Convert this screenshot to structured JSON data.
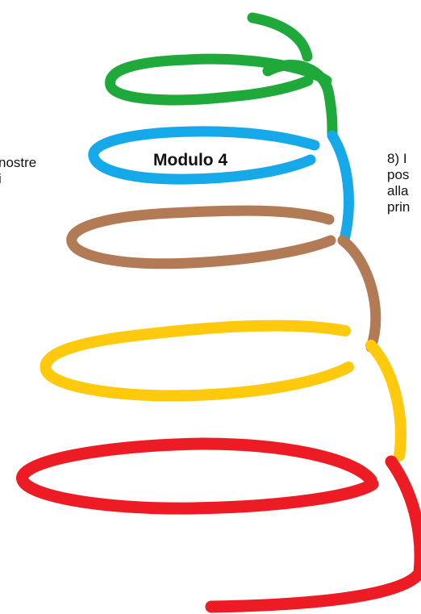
{
  "diagram": {
    "title": "Modulo 4",
    "left_fragment": "nostre\ni",
    "right_fragment": "8) I\npos\nalla\nprin",
    "colors": {
      "green": "#1fa93b",
      "blue": "#16a9ea",
      "brown": "#b37a56",
      "yellow": "#ffc90e",
      "red": "#ed1c24",
      "text": "#111111"
    }
  }
}
